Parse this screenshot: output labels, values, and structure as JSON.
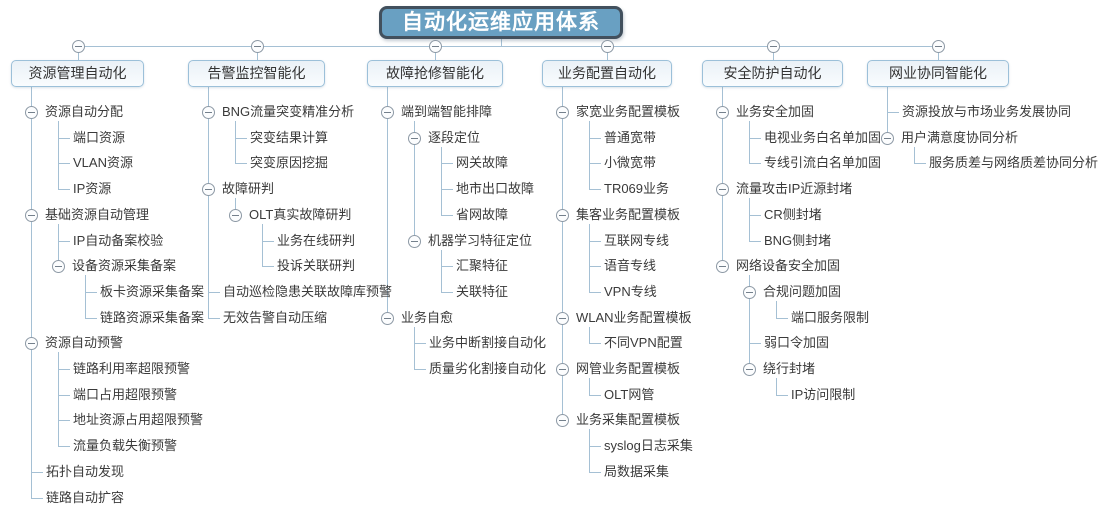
{
  "title": "自动化运维应用体系",
  "colors": {
    "title_fill": "#69a0c2",
    "title_border": "#42505d",
    "title_text": "#ffffff",
    "box_fill": "#eaf1f7",
    "box_border": "#9cc0d9",
    "line": "#a5c0d4",
    "text": "#3a3a3a",
    "icon_border": "#8d99a5"
  },
  "icons": {
    "collapse": "minus-circle"
  },
  "branches": [
    {
      "label": "资源管理自动化",
      "children": [
        {
          "label": "资源自动分配",
          "children": [
            {
              "label": "端口资源"
            },
            {
              "label": "VLAN资源"
            },
            {
              "label": "IP资源"
            }
          ]
        },
        {
          "label": "基础资源自动管理",
          "children": [
            {
              "label": "IP自动备案校验"
            },
            {
              "label": "设备资源采集备案",
              "children": [
                {
                  "label": "板卡资源采集备案"
                },
                {
                  "label": "链路资源采集备案"
                }
              ]
            }
          ]
        },
        {
          "label": "资源自动预警",
          "children": [
            {
              "label": "链路利用率超限预警"
            },
            {
              "label": "端口占用超限预警"
            },
            {
              "label": "地址资源占用超限预警"
            },
            {
              "label": "流量负载失衡预警"
            }
          ]
        },
        {
          "label": "拓扑自动发现"
        },
        {
          "label": "链路自动扩容"
        }
      ]
    },
    {
      "label": "告警监控智能化",
      "children": [
        {
          "label": "BNG流量突变精准分析",
          "children": [
            {
              "label": "突变结果计算"
            },
            {
              "label": "突变原因挖掘"
            }
          ]
        },
        {
          "label": "故障研判",
          "children": [
            {
              "label": "OLT真实故障研判",
              "children": [
                {
                  "label": "业务在线研判"
                },
                {
                  "label": "投诉关联研判"
                }
              ]
            }
          ]
        },
        {
          "label": "自动巡检隐患关联故障库预警"
        },
        {
          "label": "无效告警自动压缩"
        }
      ]
    },
    {
      "label": "故障抢修智能化",
      "children": [
        {
          "label": "端到端智能排障",
          "children": [
            {
              "label": "逐段定位",
              "children": [
                {
                  "label": "网关故障"
                },
                {
                  "label": "地市出口故障"
                },
                {
                  "label": "省网故障"
                }
              ]
            },
            {
              "label": "机器学习特征定位",
              "children": [
                {
                  "label": "汇聚特征"
                },
                {
                  "label": "关联特征"
                }
              ]
            }
          ]
        },
        {
          "label": "业务自愈",
          "children": [
            {
              "label": "业务中断割接自动化"
            },
            {
              "label": "质量劣化割接自动化"
            }
          ]
        }
      ]
    },
    {
      "label": "业务配置自动化",
      "children": [
        {
          "label": "家宽业务配置模板",
          "children": [
            {
              "label": "普通宽带"
            },
            {
              "label": "小微宽带"
            },
            {
              "label": "TR069业务"
            }
          ]
        },
        {
          "label": "集客业务配置模板",
          "children": [
            {
              "label": "互联网专线"
            },
            {
              "label": "语音专线"
            },
            {
              "label": "VPN专线"
            }
          ]
        },
        {
          "label": "WLAN业务配置模板",
          "children": [
            {
              "label": "不同VPN配置"
            }
          ]
        },
        {
          "label": "网管业务配置模板",
          "children": [
            {
              "label": "OLT网管"
            }
          ]
        },
        {
          "label": "业务采集配置模板",
          "children": [
            {
              "label": "syslog日志采集"
            },
            {
              "label": "局数据采集"
            }
          ]
        }
      ]
    },
    {
      "label": "安全防护自动化",
      "children": [
        {
          "label": "业务安全加固",
          "children": [
            {
              "label": "电视业务白名单加固"
            },
            {
              "label": "专线引流白名单加固"
            }
          ]
        },
        {
          "label": "流量攻击IP近源封堵",
          "children": [
            {
              "label": "CR侧封堵"
            },
            {
              "label": "BNG侧封堵"
            }
          ]
        },
        {
          "label": "网络设备安全加固",
          "children": [
            {
              "label": "合规问题加固",
              "children": [
                {
                  "label": "端口服务限制"
                }
              ]
            },
            {
              "label": "弱口令加固"
            },
            {
              "label": "绕行封堵",
              "children": [
                {
                  "label": "IP访问限制"
                }
              ]
            }
          ]
        }
      ]
    },
    {
      "label": "网业协同智能化",
      "children": [
        {
          "label": "资源投放与市场业务发展协同"
        },
        {
          "label": "用户满意度协同分析",
          "children": [
            {
              "label": "服务质差与网络质差协同分析"
            }
          ]
        }
      ]
    }
  ]
}
